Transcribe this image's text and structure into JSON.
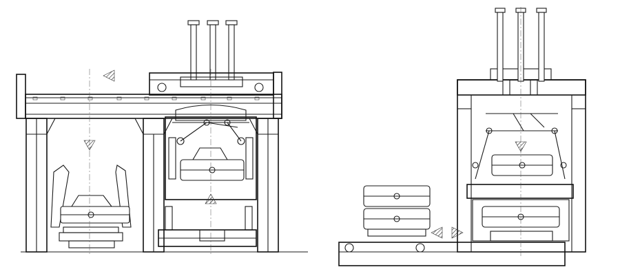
{
  "figure": {
    "kind": "technical line drawing",
    "views": [
      {
        "id": "front-view",
        "description_visible_text": ""
      },
      {
        "id": "side-view",
        "description_visible_text": ""
      }
    ],
    "labels": []
  },
  "style": {
    "line_color": "#1a1a1a",
    "background": "#ffffff"
  }
}
